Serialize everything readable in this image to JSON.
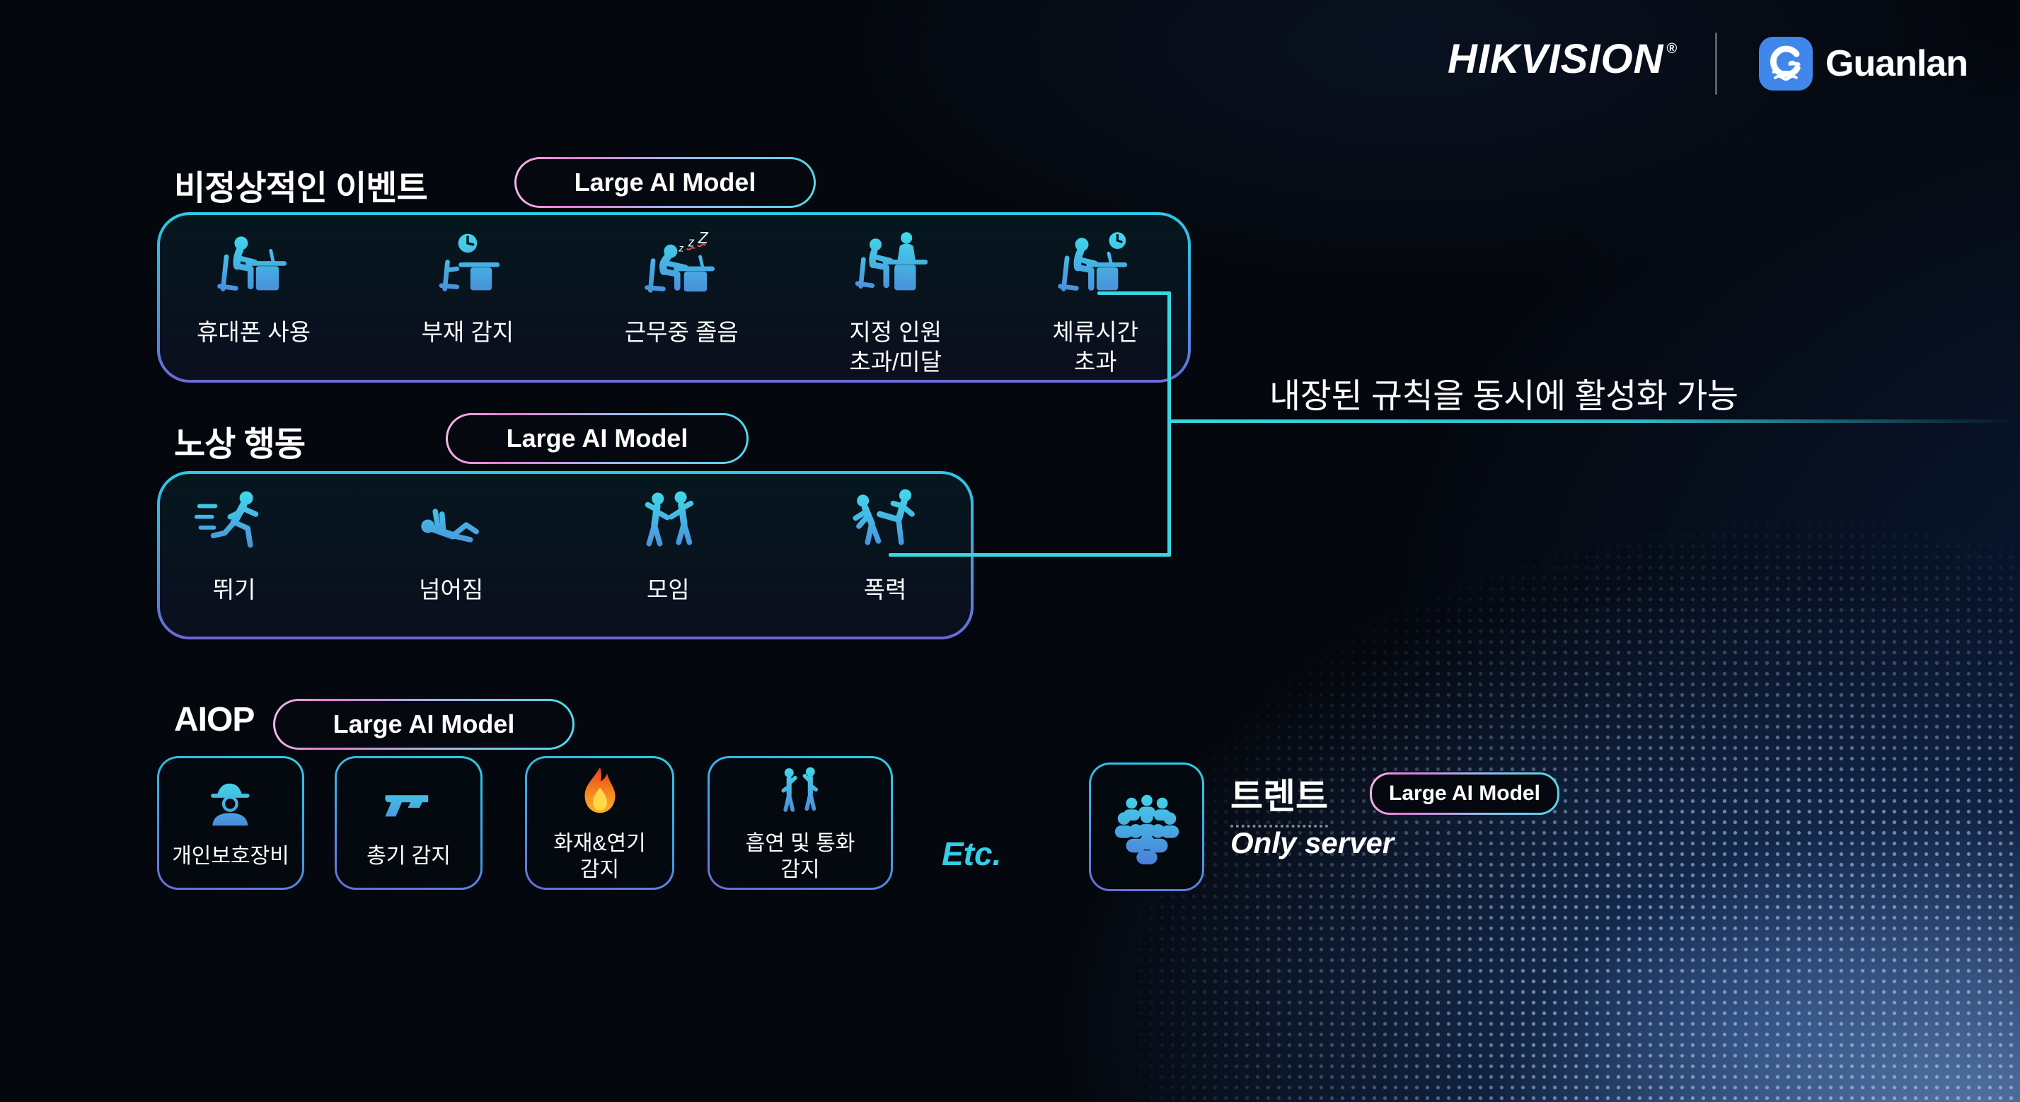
{
  "header": {
    "hikvision": "HIKVISION",
    "registered_mark": "®",
    "guanlan": "Guanlan"
  },
  "annotation": "내장된 규칙을 동시에 활성화 가능",
  "sections": {
    "abnormal": {
      "title": "비정상적인 이벤트",
      "badge": "Large AI Model",
      "items": [
        {
          "icon": "person-using-phone-at-desk-icon",
          "label": "휴대폰 사용"
        },
        {
          "icon": "empty-desk-clock-icon",
          "label": "부재 감지"
        },
        {
          "icon": "sleeping-at-desk-icon",
          "label": "근무중 졸음",
          "zzz": [
            "z",
            "z",
            "Z"
          ]
        },
        {
          "icon": "people-count-at-desk-icon",
          "label": "지정 인원\n초과/미달"
        },
        {
          "icon": "overstay-clock-desk-icon",
          "label": "체류시간\n초과"
        }
      ]
    },
    "street": {
      "title": "노상 행동",
      "badge": "Large AI Model",
      "items": [
        {
          "icon": "running-icon",
          "label": "뛰기"
        },
        {
          "icon": "falling-icon",
          "label": "넘어짐"
        },
        {
          "icon": "gathering-icon",
          "label": "모임"
        },
        {
          "icon": "violence-icon",
          "label": "폭력"
        }
      ]
    },
    "aiop": {
      "title": "AIOP",
      "badge": "Large AI Model",
      "items": [
        {
          "icon": "ppe-worker-icon",
          "label": "개인보호장비"
        },
        {
          "icon": "gun-detection-icon",
          "label": "총기 감지"
        },
        {
          "icon": "fire-smoke-icon",
          "label": "화재&연기\n감지"
        },
        {
          "icon": "smoking-call-icon",
          "label": "흡연 및 통화\n감지"
        }
      ],
      "etc": "Etc."
    },
    "trend": {
      "title": "트렌트",
      "badge": "Large AI Model",
      "subtitle": "Only server",
      "icon": "crowd-icon"
    }
  },
  "colors": {
    "accent_cyan": "#38d6de",
    "icon_cyan": "#41d9ea",
    "icon_blue": "#4b7fd8",
    "badge_pink": "#e87bd8",
    "frame_top": "#2dcae6",
    "frame_bottom": "#6a68d8",
    "fire_orange": "#f5871f",
    "fire_yellow": "#ffd84a",
    "snore_red": "#e0473c",
    "guanlan_blue": "#4187ea"
  }
}
